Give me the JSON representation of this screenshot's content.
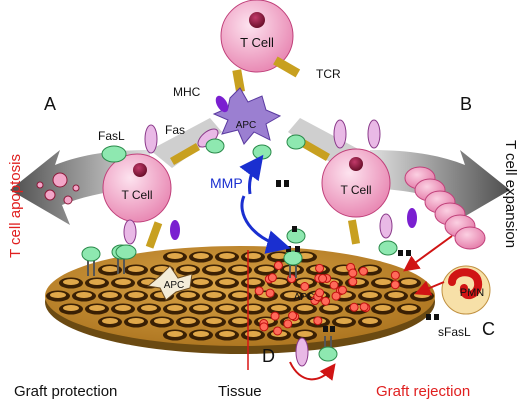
{
  "labels": {
    "t_cell_top": "T Cell",
    "t_cell_left": "T Cell",
    "t_cell_right": "T Cell",
    "tcr": "TCR",
    "mhc": "MHC",
    "apc_top": "APC",
    "apc_tissue_left": "APC",
    "apc_tissue_right": "APC",
    "fasl": "FasL",
    "fas": "Fas",
    "mmp": "MMP",
    "sfasl": "sFasL",
    "pmn": "PMN",
    "panel_a": "A",
    "panel_b": "B",
    "panel_c": "C",
    "panel_d": "D",
    "t_cell_apoptosis": "T cell apoptosis",
    "t_cell_expansion": "T cell expansion",
    "graft_protection": "Graft protection",
    "tissue": "Tissue",
    "graft_rejection": "Graft rejection"
  },
  "colors": {
    "t_cell_fill": "#f2a6c8",
    "t_cell_nucleus": "#8b1a3a",
    "tcr_stalk": "#c8a020",
    "apc_fill": "#9b7fd1",
    "receptor_purple": "#7a1fd0",
    "fasl_green": "#8ee8b0",
    "fas_pink": "#e9b9e6",
    "arrow_blue": "#1a2fd0",
    "arrow_red": "#d01414",
    "accent_red_text": "#e02020",
    "tissue_brown": "#c48a2c",
    "tissue_cell_dark": "#4a2a05",
    "damage_red": "#e03030"
  }
}
